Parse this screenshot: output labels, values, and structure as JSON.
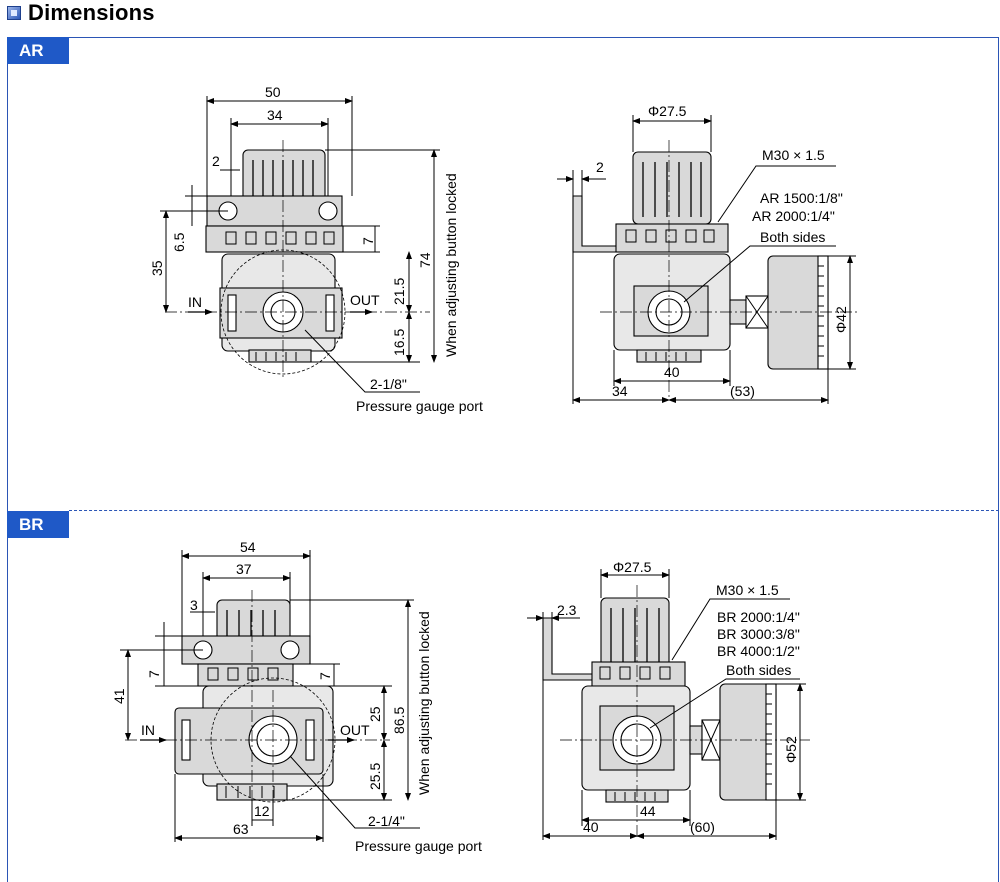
{
  "header": {
    "title": "Dimensions",
    "icon": "square-bullet-icon"
  },
  "sections": {
    "ar": {
      "tab": "AR",
      "front": {
        "dim_width_overall": "50",
        "dim_width_inner": "34",
        "dim_2": "2",
        "dim_6_5": "6.5",
        "dim_35": "35",
        "dim_7": "7",
        "dim_21_5": "21.5",
        "dim_16_5": "16.5",
        "dim_74": "74",
        "note_locked": "When adjusting button locked",
        "in_label": "IN",
        "out_label": "OUT",
        "port_size": "2-1/8\"",
        "port_label": "Pressure gauge port"
      },
      "side": {
        "dim_dia": "Φ27.5",
        "dim_2": "2",
        "thread": "M30 × 1.5",
        "port_1": "AR 1500:1/8\"",
        "port_2": "AR 2000:1/4\"",
        "both_sides": "Both sides",
        "dim_gauge_dia": "Φ42",
        "dim_40": "40",
        "dim_34": "34",
        "dim_53": "(53)"
      }
    },
    "br": {
      "tab": "BR",
      "front": {
        "dim_width_overall": "54",
        "dim_width_inner": "37",
        "dim_3": "3",
        "dim_7a": "7",
        "dim_7b": "7",
        "dim_41": "41",
        "dim_25": "25",
        "dim_25_5": "25.5",
        "dim_86_5": "86.5",
        "note_locked": "When adjusting button locked",
        "in_label": "IN",
        "out_label": "OUT",
        "dim_12": "12",
        "dim_63": "63",
        "port_size": "2-1/4\"",
        "port_label": "Pressure gauge port"
      },
      "side": {
        "dim_dia": "Φ27.5",
        "dim_2_3": "2.3",
        "thread": "M30 × 1.5",
        "port_1": "BR 2000:1/4\"",
        "port_2": "BR 3000:3/8\"",
        "port_3": "BR 4000:1/2\"",
        "both_sides": "Both sides",
        "dim_gauge_dia": "Φ52",
        "dim_44": "44",
        "dim_40": "40",
        "dim_60": "(60)"
      }
    }
  },
  "colors": {
    "accent": "#1f59c7",
    "border": "#2b55b5",
    "body_fill": "#d9d9d9"
  }
}
